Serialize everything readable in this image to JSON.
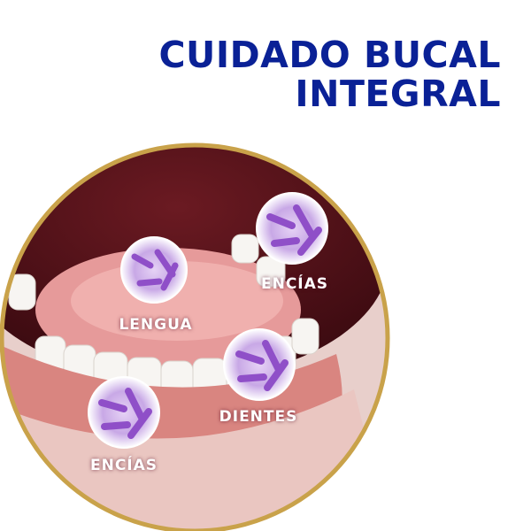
{
  "title": {
    "line1": "CUIDADO BUCAL",
    "line2": "INTEGRAL"
  },
  "labels": {
    "tongue": "LENGUA",
    "gums_top": "ENCÍAS",
    "teeth": "DIENTES",
    "gums_bottom": "ENCÍAS"
  },
  "colors": {
    "title": "#0a2196",
    "ring": "#c9a24a",
    "bacteria": "#9b5fd0"
  }
}
